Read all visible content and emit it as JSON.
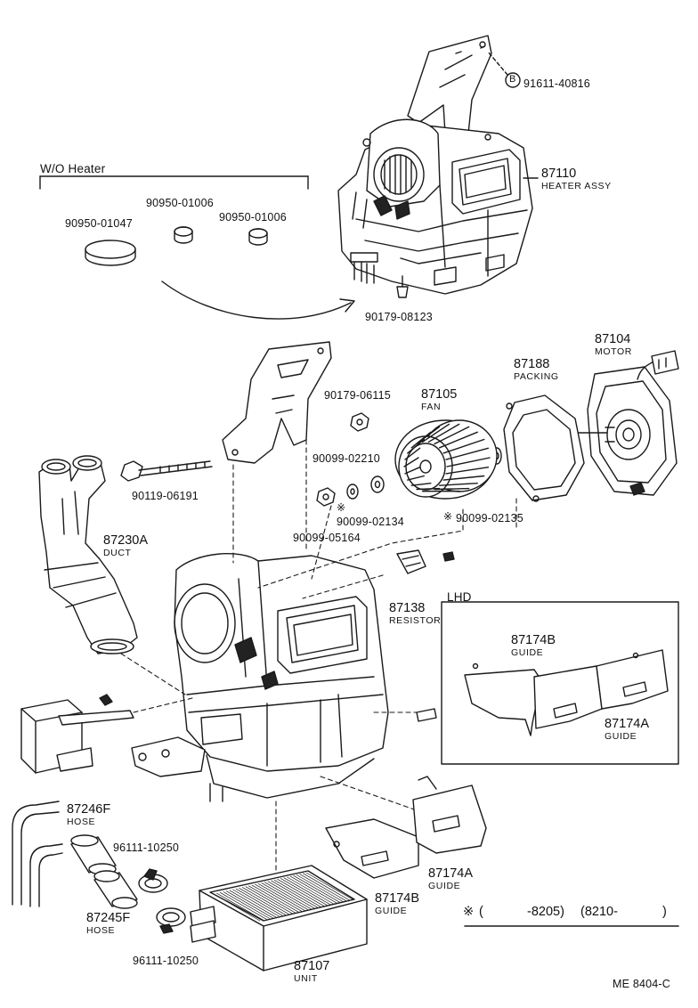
{
  "diagram": {
    "group_wo_heater": {
      "title": "W/O Heater"
    },
    "group_lhd": {
      "title": "LHD"
    },
    "footer_code": "ME 8404-C",
    "symbol_b": "B",
    "symbol_star": "※",
    "parts": [
      {
        "id": "p91611",
        "number": "91611-40816"
      },
      {
        "id": "p87110",
        "number": "87110",
        "name": "HEATER ASSY"
      },
      {
        "id": "p90950a",
        "number": "90950-01006"
      },
      {
        "id": "p90950b",
        "number": "90950-01006"
      },
      {
        "id": "p90950c",
        "number": "90950-01047"
      },
      {
        "id": "p90179a",
        "number": "90179-08123"
      },
      {
        "id": "p87104",
        "number": "87104",
        "name": "MOTOR"
      },
      {
        "id": "p87188",
        "number": "87188",
        "name": "PACKING"
      },
      {
        "id": "p87105",
        "number": "87105",
        "name": "FAN"
      },
      {
        "id": "p90179b",
        "number": "90179-06115"
      },
      {
        "id": "p90099a",
        "number": "90099-02210"
      },
      {
        "id": "p90099b",
        "number": "90099-02134"
      },
      {
        "id": "p90099c",
        "number": "90099-02135"
      },
      {
        "id": "p90099d",
        "number": "90099-05164"
      },
      {
        "id": "p90119",
        "number": "90119-06191"
      },
      {
        "id": "p87230",
        "number": "87230A",
        "name": "DUCT"
      },
      {
        "id": "p87138",
        "number": "87138",
        "name": "RESISTOR"
      },
      {
        "id": "p87174b1",
        "number": "87174B",
        "name": "GUIDE"
      },
      {
        "id": "p87174a1",
        "number": "87174A",
        "name": "GUIDE"
      },
      {
        "id": "p87246",
        "number": "87246F",
        "name": "HOSE"
      },
      {
        "id": "p96111a",
        "number": "96111-10250"
      },
      {
        "id": "p87174a2",
        "number": "87174A",
        "name": "GUIDE"
      },
      {
        "id": "p87174b2",
        "number": "87174B",
        "name": "GUIDE"
      },
      {
        "id": "p87245",
        "number": "87245F",
        "name": "HOSE"
      },
      {
        "id": "p96111b",
        "number": "96111-10250"
      },
      {
        "id": "p87107",
        "number": "87107",
        "name": "UNIT"
      }
    ],
    "note": {
      "from": "-8205)",
      "to": "(8210-"
    }
  }
}
